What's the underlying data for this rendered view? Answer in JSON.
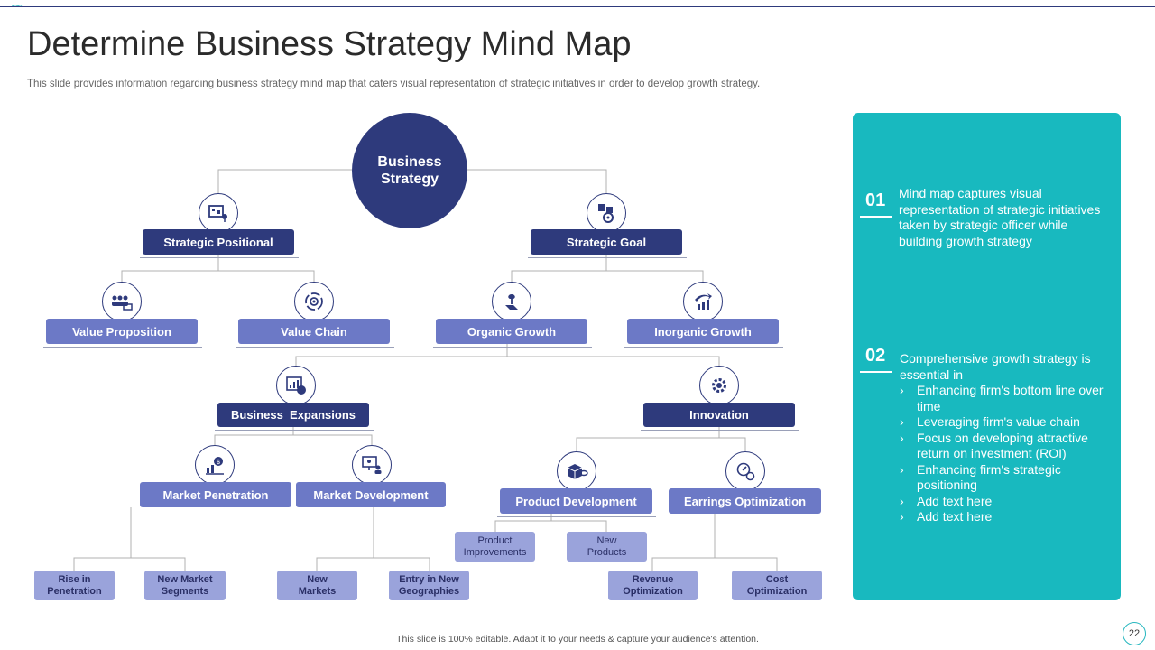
{
  "slide": {
    "title": "Determine Business Strategy Mind Map",
    "subtitle": "This slide provides information regarding business strategy mind map that caters visual representation of strategic initiatives in order to develop growth strategy.",
    "footer": "This slide is 100% editable.  Adapt it to your needs & capture your audience's attention.",
    "page_number": "22"
  },
  "mindmap": {
    "root": "Business Strategy",
    "strategic_positional": {
      "label": "Strategic Positional",
      "value_proposition": "Value Proposition",
      "value_chain": "Value Chain"
    },
    "strategic_goal": {
      "label": "Strategic Goal",
      "organic_growth": "Organic Growth",
      "inorganic_growth": "Inorganic Growth"
    },
    "business_expansions": {
      "label": "Business  Expansions",
      "market_penetration": {
        "label": "Market Penetration",
        "children": [
          "Rise in Penetration",
          "New Market Segments"
        ]
      },
      "market_development": {
        "label": "Market Development",
        "children": [
          "New Markets",
          "Entry in New Geographies"
        ]
      }
    },
    "innovation": {
      "label": "Innovation",
      "product_development": {
        "label": "Product Development",
        "children": [
          "Product Improvements",
          "New Products"
        ]
      },
      "earrings_optimization": {
        "label": "Earrings Optimization",
        "children": [
          "Revenue Optimization",
          "Cost Optimization"
        ]
      }
    }
  },
  "side_panel": {
    "item1": {
      "number": "01",
      "text": "Mind map captures visual representation of strategic initiatives taken by strategic officer while building growth strategy"
    },
    "item2": {
      "number": "02",
      "intro": "Comprehensive growth strategy is essential in",
      "bullets": [
        "Enhancing firm's bottom line over time",
        "Leveraging firm's value chain",
        "Focus on developing attractive return on investment (ROI)",
        "Enhancing firm's strategic positioning",
        "Add text here",
        "Add text here"
      ]
    }
  },
  "colors": {
    "dark_navy": "#2e3a7c",
    "medium_blue": "#6c79c6",
    "light_blue": "#9aa3db",
    "teal": "#18b9bf"
  }
}
